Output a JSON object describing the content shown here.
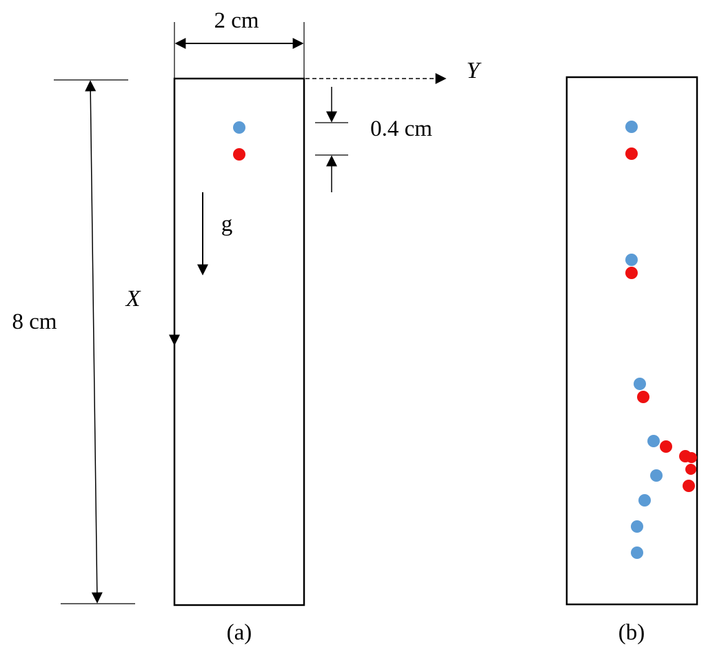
{
  "colors": {
    "blue_particle": "#5B9BD5",
    "red_particle": "#EE1111",
    "line": "#000000"
  },
  "panel_a": {
    "caption": "(a)",
    "width_label": "2 cm",
    "height_label": "8 cm",
    "gap_label": "0.4 cm",
    "x_axis_label": "X",
    "y_axis_label": "Y",
    "gravity_label": "g"
  },
  "panel_b": {
    "caption": "(b)"
  }
}
